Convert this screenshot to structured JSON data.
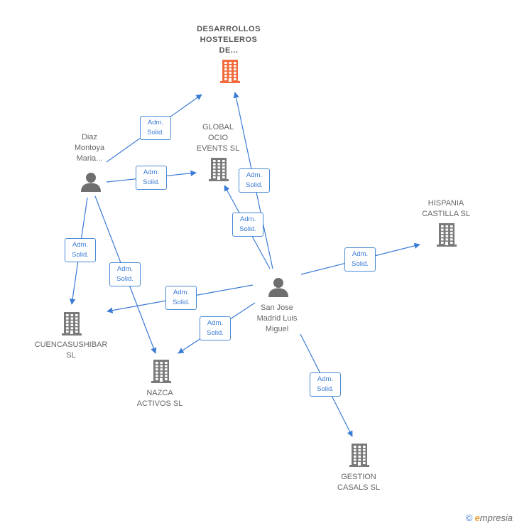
{
  "nodes": [
    {
      "id": "desarrollos",
      "kind": "company",
      "focus": true,
      "label": "DESARROLLOS\nHOSTELEROS\nDE..."
    },
    {
      "id": "global_ocio",
      "kind": "company",
      "label": "GLOBAL\nOCIO\nEVENTS  SL"
    },
    {
      "id": "hispania",
      "kind": "company",
      "label": "HISPANIA\nCASTILLA  SL"
    },
    {
      "id": "cuenca",
      "kind": "company",
      "label": "CUENCASUSHIBAR\nSL"
    },
    {
      "id": "nazca",
      "kind": "company",
      "label": "NAZCA\nACTIVOS SL"
    },
    {
      "id": "gestion",
      "kind": "company",
      "label": "GESTION\nCASALS  SL"
    },
    {
      "id": "diaz",
      "kind": "person",
      "label": "Diaz\nMontoya\nMaria..."
    },
    {
      "id": "sanjose",
      "kind": "person",
      "label": "San Jose\nMadrid Luis\nMiguel"
    }
  ],
  "edges": [
    {
      "from": "diaz",
      "to": "desarrollos",
      "label": "Adm.\nSolid."
    },
    {
      "from": "diaz",
      "to": "global_ocio",
      "label": "Adm.\nSolid."
    },
    {
      "from": "diaz",
      "to": "cuenca",
      "label": "Adm.\nSolid."
    },
    {
      "from": "diaz",
      "to": "nazca",
      "label": "Adm.\nSolid."
    },
    {
      "from": "sanjose",
      "to": "desarrollos",
      "label": "Adm.\nSolid."
    },
    {
      "from": "sanjose",
      "to": "global_ocio",
      "label": "Adm.\nSolid."
    },
    {
      "from": "sanjose",
      "to": "hispania",
      "label": "Adm.\nSolid."
    },
    {
      "from": "sanjose",
      "to": "cuenca",
      "label": "Adm.\nSolid."
    },
    {
      "from": "sanjose",
      "to": "nazca",
      "label": "Adm.\nSolid."
    },
    {
      "from": "sanjose",
      "to": "gestion",
      "label": "Adm.\nSolid."
    }
  ],
  "colors": {
    "edge": "#3a7bd5",
    "company_icon": "#7a7a7a",
    "focus_icon": "#f26a3b",
    "person_icon": "#6e6e6e"
  },
  "footer": {
    "copyright": "©",
    "brand_initial": "e",
    "brand_rest": "mpresia"
  }
}
